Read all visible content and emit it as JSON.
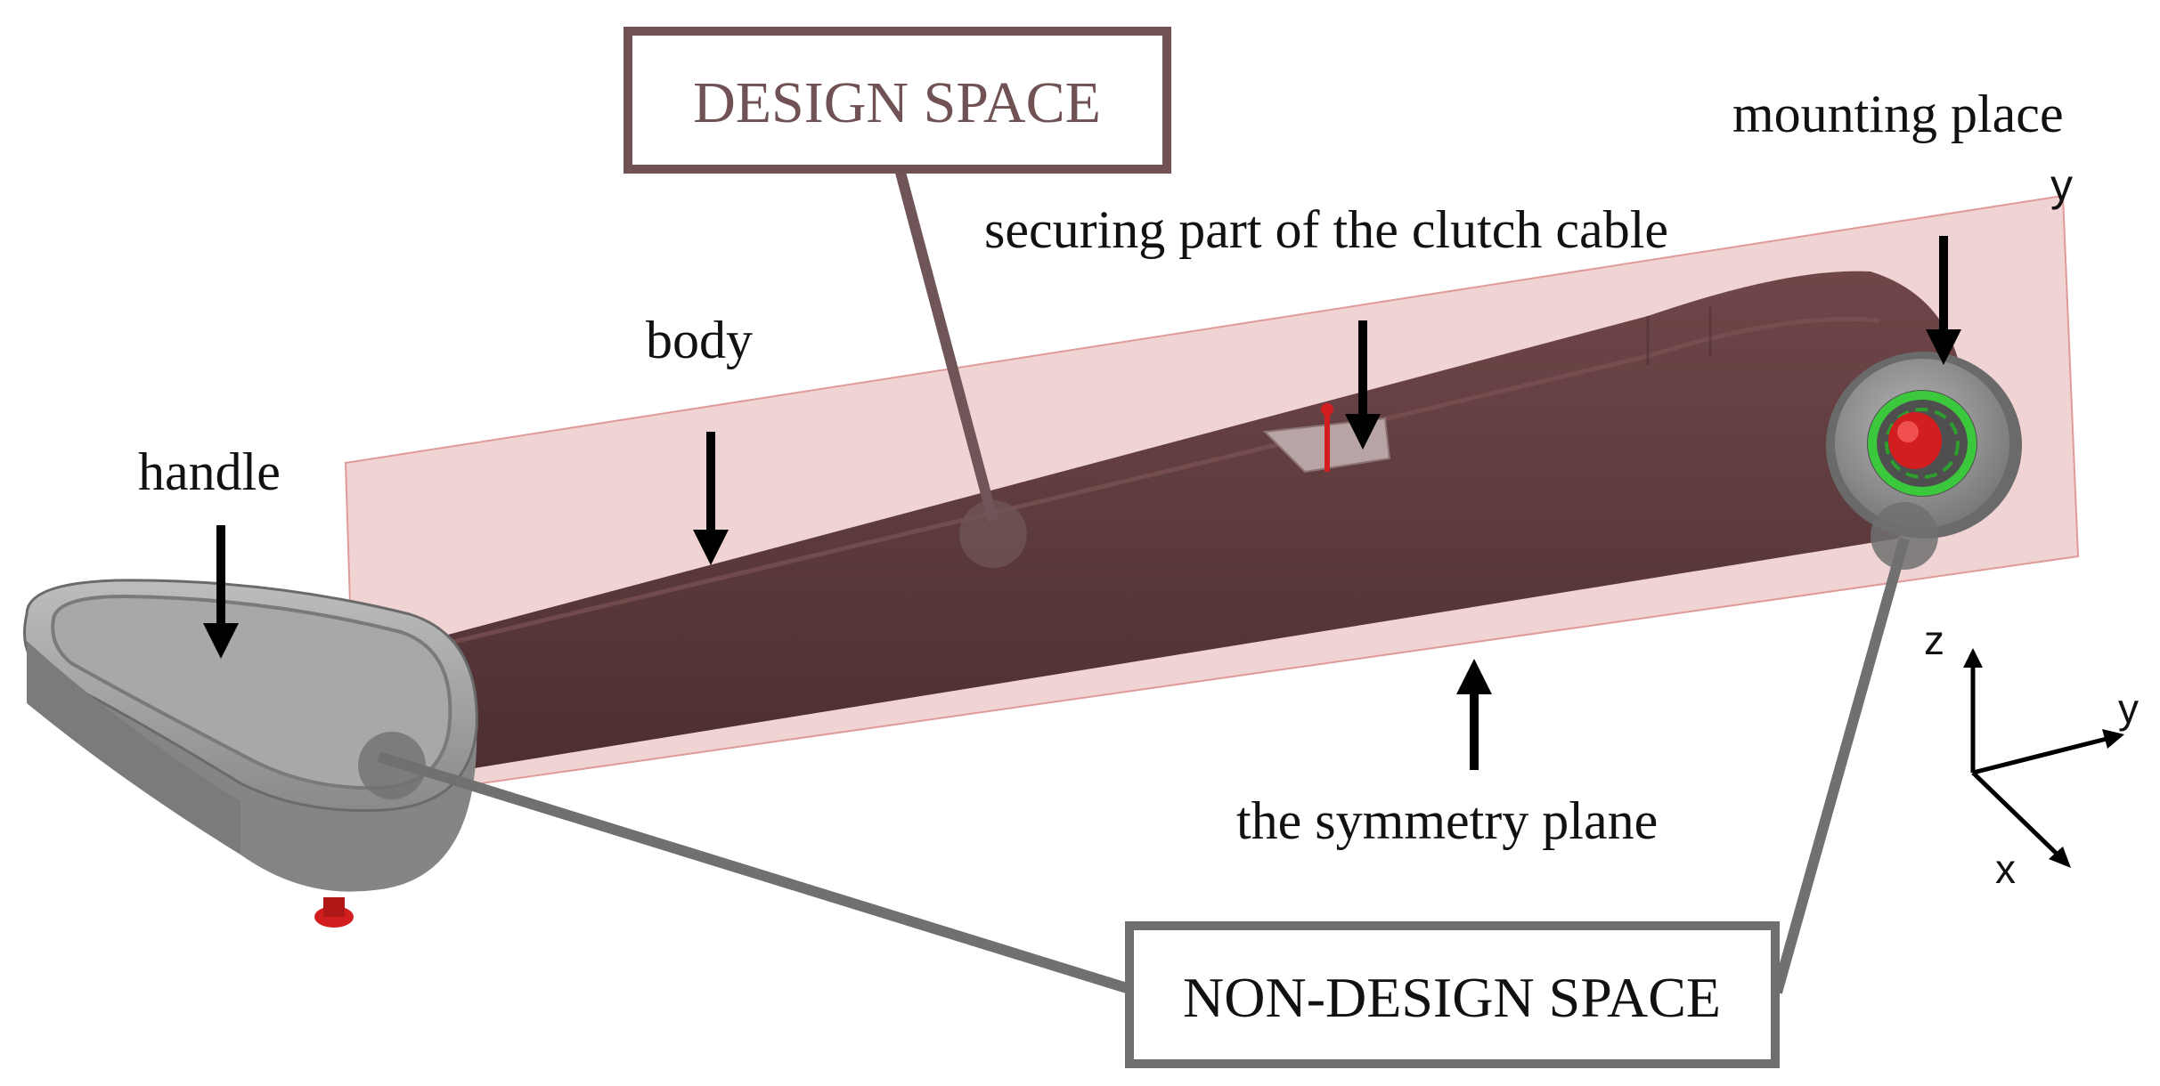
{
  "labels": {
    "design_space": "DESIGN SPACE",
    "non_design_space": "NON-DESIGN SPACE",
    "securing_part": "securing part of the clutch cable",
    "mounting_place": "mounting place",
    "body": "body",
    "handle": "handle",
    "symmetry_plane": "the symmetry plane"
  },
  "axes": {
    "z": "z",
    "y": "y",
    "x": "x",
    "plane_y": "y"
  },
  "colors": {
    "symmetry_plane_fill": "#ecc8c8",
    "symmetry_plane_edge": "#e09a9a",
    "design_body": "#5f3c3e",
    "design_body_highlight": "#7a5052",
    "non_design_grey": "#8f8f8f",
    "handle_grey": "#9d9d9d",
    "design_box_border": "#705254",
    "non_design_box_border": "#6f6f6f",
    "leader_design": "#6f5557",
    "leader_non_design": "#707070",
    "clamp_red": "#d21e1e",
    "bearing_green": "#3cc83c",
    "arrow": "#000000"
  }
}
